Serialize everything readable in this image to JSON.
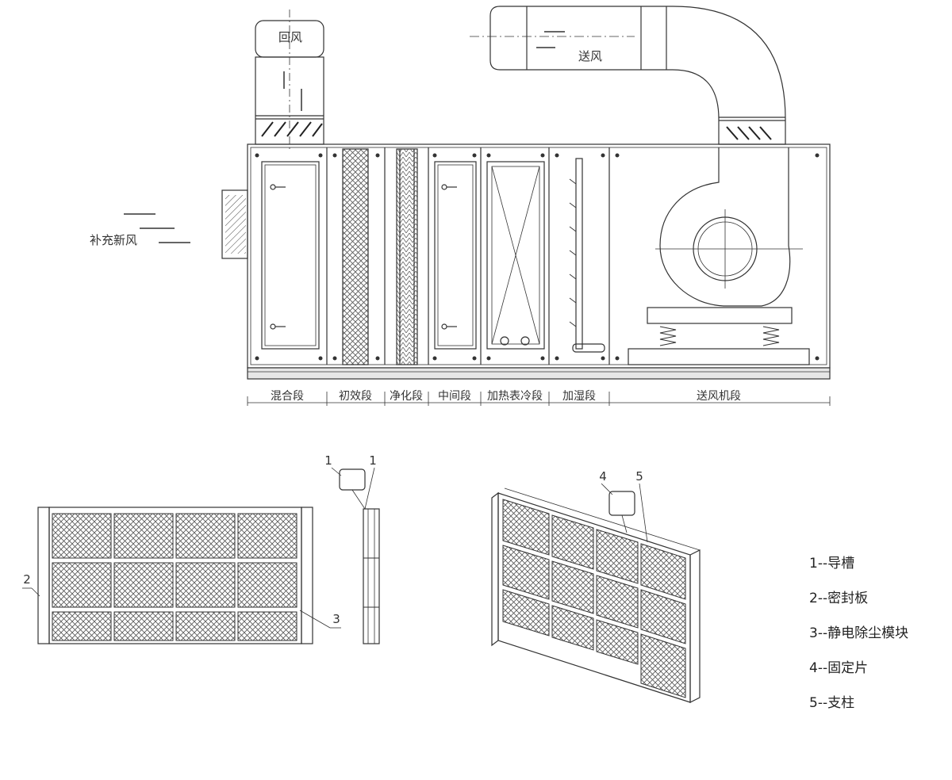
{
  "air_labels": {
    "return_air": "回风",
    "supply_air": "送风",
    "fresh_air": "补充新风"
  },
  "sections": [
    {
      "label": "混合段"
    },
    {
      "label": "初效段"
    },
    {
      "label": "净化段"
    },
    {
      "label": "中间段"
    },
    {
      "label": "加热表冷段"
    },
    {
      "label": "加湿段"
    },
    {
      "label": "送风机段"
    }
  ],
  "callouts": {
    "guide_a": "1",
    "guide_b": "1",
    "seal": "2",
    "module": "3",
    "fixing": "4",
    "post": "5"
  },
  "legend": [
    {
      "text": "1--导槽"
    },
    {
      "text": "2--密封板"
    },
    {
      "text": "3--静电除尘模块"
    },
    {
      "text": "4--固定片"
    },
    {
      "text": "5--支柱"
    }
  ]
}
